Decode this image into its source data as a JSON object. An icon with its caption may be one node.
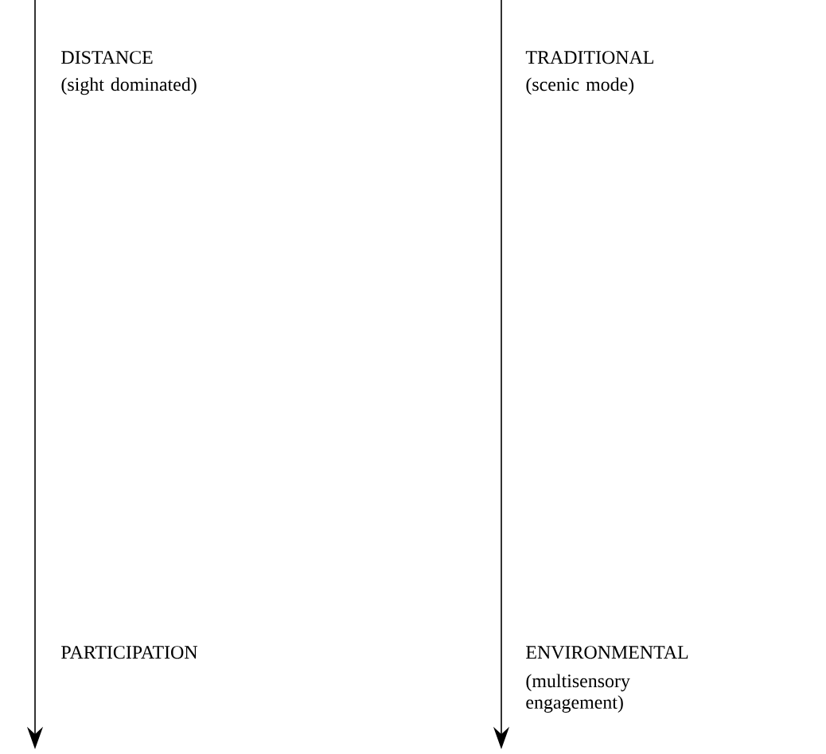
{
  "diagram": {
    "labels": [
      "DISTANCE",
      "(sight dominated)",
      "TRADITIONAL",
      "(scenic mode)",
      "PARTICIPATION",
      "ENVIRONMENTAL",
      "(multisensory engagement)"
    ]
  }
}
